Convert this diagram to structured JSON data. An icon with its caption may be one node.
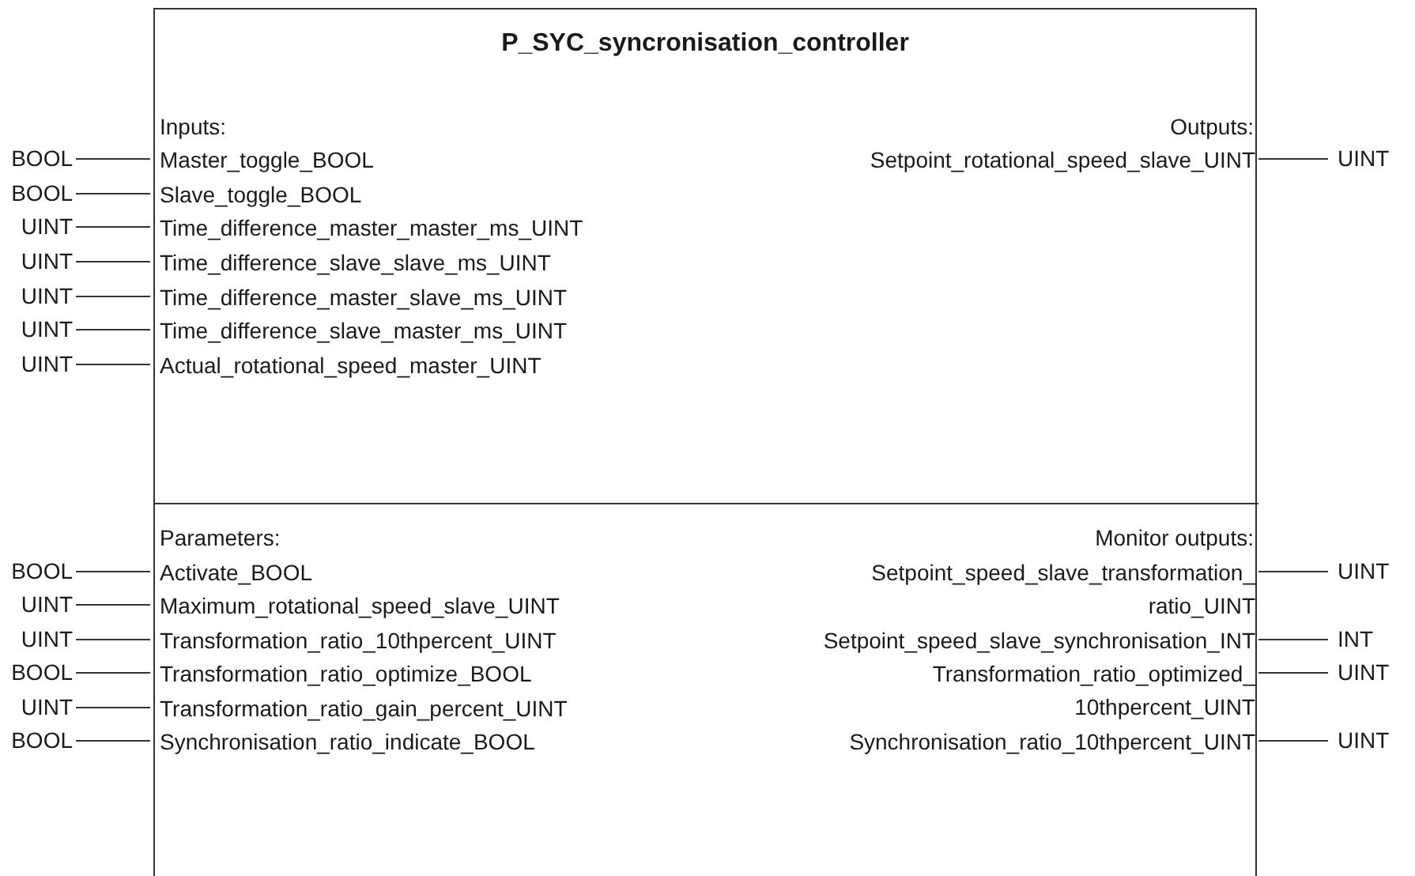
{
  "diagram": {
    "nodes": [
      {
        "text": [
          "P_SYC_syncronisation_controller"
        ]
      },
      {
        "text": [
          "Inputs:",
          "Outputs:"
        ],
        "in": 0
      },
      {
        "text": [
          "Parameters:",
          "Monitor outputs:"
        ],
        "in": 0
      },
      {
        "text": [
          "BOOL"
        ]
      },
      {
        "text": [
          "Master_toggle_BOOL"
        ],
        "in": 1
      },
      {
        "text": [
          "Setpoint_rotational_speed_slave_UINT"
        ],
        "in": 1
      },
      {
        "text": [
          "UINT"
        ]
      },
      {
        "text": [
          "BOOL"
        ]
      },
      {
        "text": [
          "Slave_toggle_BOOL"
        ],
        "in": 1
      },
      {
        "text": [
          "UINT"
        ]
      },
      {
        "text": [
          "Time_difference_master_master_ms_UINT"
        ],
        "in": 1
      },
      {
        "text": [
          "UINT"
        ]
      },
      {
        "text": [
          "Time_difference_slave_slave_ms_UINT"
        ],
        "in": 1
      },
      {
        "text": [
          "UINT"
        ]
      },
      {
        "text": [
          "Time_difference_master_slave_ms_UINT"
        ],
        "in": 1
      },
      {
        "text": [
          "UINT"
        ]
      },
      {
        "text": [
          "Time_difference_slave_master_ms_UINT"
        ],
        "in": 1
      },
      {
        "text": [
          "UINT"
        ]
      },
      {
        "text": [
          "Actual_rotational_speed_master_UINT"
        ],
        "in": 1
      },
      {
        "text": [
          "BOOL"
        ]
      },
      {
        "text": [
          "Activate_BOOL"
        ],
        "in": 2
      },
      {
        "text": [
          "Setpoint_speed_slave_transformation_ ratio_UINT"
        ],
        "in": 2
      },
      {
        "text": [
          "UINT"
        ]
      },
      {
        "text": [
          "UINT"
        ]
      },
      {
        "text": [
          "Maximum_rotational_speed_slave_UINT"
        ],
        "in": 2
      },
      {
        "text": [
          "UINT"
        ]
      },
      {
        "text": [
          "Transformation_ratio_10thpercent_UINT"
        ],
        "in": 2
      },
      {
        "text": [
          "Setpoint_speed_slave_synchronisation_INT"
        ],
        "in": 2
      },
      {
        "text": [
          "INT"
        ]
      },
      {
        "text": [
          "BOOL"
        ]
      },
      {
        "text": [
          "Transformation_ratio_optimize_BOOL"
        ],
        "in": 2
      },
      {
        "text": [
          "Transformation_ratio_optimized_ 10thpercent_UINT"
        ],
        "in": 2
      },
      {
        "text": [
          "UINT"
        ]
      },
      {
        "text": [
          "UINT"
        ]
      },
      {
        "text": [
          "Transformation_ratio_gain_percent_UINT"
        ],
        "in": 2
      },
      {
        "text": [
          "BOOL"
        ]
      },
      {
        "text": [
          "Synchronisation_ratio_indicate_BOOL"
        ],
        "in": 2
      },
      {
        "text": [
          "Synchronisation_ratio_10thpercent_UINT"
        ],
        "in": 2
      },
      {
        "text": [
          "UINT"
        ]
      }
    ],
    "edges": [
      {
        "from": 3,
        "to": 4,
        "arrow": "none"
      },
      {
        "from": 5,
        "to": 6,
        "arrow": "none"
      },
      {
        "from": 7,
        "to": 8,
        "arrow": "none"
      },
      {
        "from": 9,
        "to": 10,
        "arrow": "none"
      },
      {
        "from": 11,
        "to": 12,
        "arrow": "none"
      },
      {
        "from": 13,
        "to": 14,
        "arrow": "none"
      },
      {
        "from": 15,
        "to": 16,
        "arrow": "none"
      },
      {
        "from": 17,
        "to": 18,
        "arrow": "none"
      },
      {
        "from": 19,
        "to": 20,
        "arrow": "none"
      },
      {
        "from": 21,
        "to": 22,
        "arrow": "none"
      },
      {
        "from": 23,
        "to": 24,
        "arrow": "none"
      },
      {
        "from": 25,
        "to": 26,
        "arrow": "none"
      },
      {
        "from": 27,
        "to": 28,
        "arrow": "none"
      },
      {
        "from": 29,
        "to": 30,
        "arrow": "none"
      },
      {
        "from": 31,
        "to": 32,
        "arrow": "none"
      },
      {
        "from": 33,
        "to": 34,
        "arrow": "none"
      },
      {
        "from": 35,
        "to": 36,
        "arrow": "none"
      },
      {
        "from": 37,
        "to": 38,
        "arrow": "none"
      }
    ]
  }
}
